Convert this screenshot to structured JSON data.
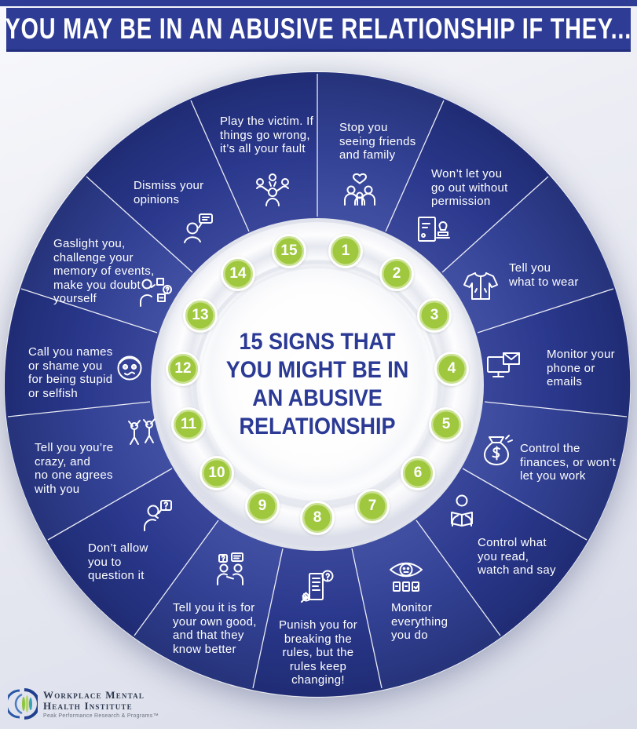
{
  "header": {
    "title": "YOU MAY BE IN AN ABUSIVE RELATIONSHIP IF THEY..."
  },
  "center": {
    "heading": "15 SIGNS THAT\nYOU MIGHT BE IN\nAN ABUSIVE\nRELATIONSHIP"
  },
  "wheel": {
    "segments": [
      {
        "number": "1",
        "label": "Stop you\nseeing friends\nand family",
        "icon": "family-heart-icon"
      },
      {
        "number": "2",
        "label": "Won’t let you\ngo out without\npermission",
        "icon": "permission-stamp-icon"
      },
      {
        "number": "3",
        "label": "Tell you\nwhat to wear",
        "icon": "jacket-icon"
      },
      {
        "number": "4",
        "label": "Monitor your\nphone or\nemails",
        "icon": "monitor-email-icon"
      },
      {
        "number": "5",
        "label": "Control the\nfinances, or won’t\nlet you work",
        "icon": "money-bag-icon"
      },
      {
        "number": "6",
        "label": "Control what\nyou read,\nwatch and say",
        "icon": "reading-person-icon"
      },
      {
        "number": "7",
        "label": "Monitor\neverything\nyou do",
        "icon": "surveillance-eye-icon"
      },
      {
        "number": "8",
        "label": "Punish you for\nbreaking the\nrules, but the\nrules keep\nchanging!",
        "icon": "rules-scroll-icon"
      },
      {
        "number": "9",
        "label": "Tell you it is for\nyour own good,\nand that they\nknow better",
        "icon": "discussion-people-icon"
      },
      {
        "number": "10",
        "label": "Don’t allow\nyou to\nquestion it",
        "icon": "questioning-person-icon"
      },
      {
        "number": "11",
        "label": "Tell you you’re\ncrazy, and\nno one agrees\nwith you",
        "icon": "crazy-people-icon"
      },
      {
        "number": "12",
        "label": "Call you names\nor shame you\nfor being stupid\nor selfish",
        "icon": "mocking-face-icon"
      },
      {
        "number": "13",
        "label": "Gaslight you,\nchallenge your\nmemory of events,\nmake you doubt\nyourself",
        "icon": "memory-doubt-icon"
      },
      {
        "number": "14",
        "label": "Dismiss your\nopinions",
        "icon": "opinion-bubble-icon"
      },
      {
        "number": "15",
        "label": "Play the victim. If\nthings go wrong,\nit’s all your fault",
        "icon": "blame-group-icon"
      }
    ]
  },
  "footer": {
    "org_line1": "Workplace Mental",
    "org_line2": "Health Institute",
    "tagline": "Peak Performance Research & Programs™"
  },
  "colors": {
    "banner_blue": "#2e3c96",
    "wheel_blue": "#2d3b93",
    "wheel_blue_light": "#36459c",
    "number_green": "#9fc83f",
    "heading_navy": "#2b3a94",
    "background_light": "#e9ebf3",
    "text_white": "#ffffff"
  }
}
